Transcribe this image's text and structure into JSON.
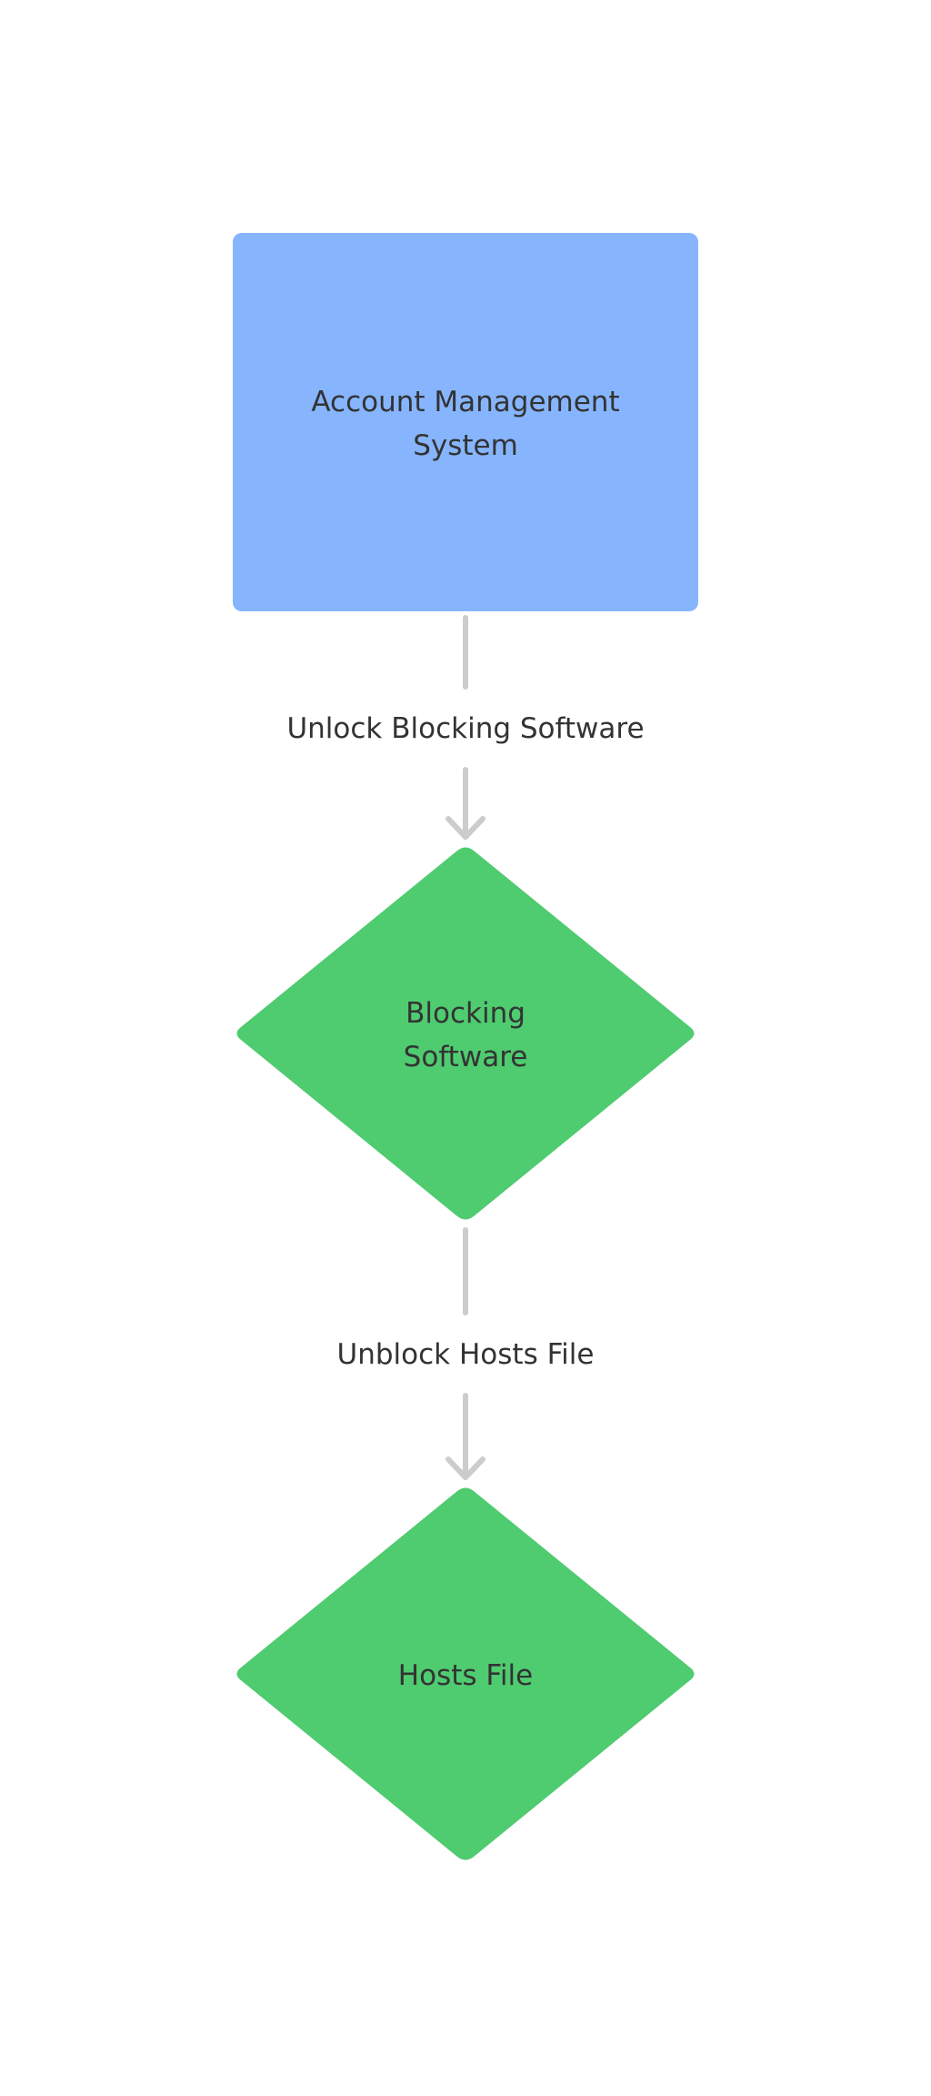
{
  "diagram": {
    "colors": {
      "rect_fill": "#86b5fe",
      "diamond_fill": "#4fcb70",
      "edge": "#cccccc",
      "text": "#333333",
      "background": "#ffffff"
    },
    "nodes": {
      "account": {
        "shape": "rectangle",
        "line1": "Account Management",
        "line2": "System"
      },
      "blocking": {
        "shape": "diamond",
        "line1": "Blocking",
        "line2": "Software"
      },
      "hosts": {
        "shape": "diamond",
        "line1": "Hosts File"
      }
    },
    "edges": {
      "e1": {
        "from": "Account Management System",
        "to": "Blocking Software",
        "label": "Unlock Blocking Software"
      },
      "e2": {
        "from": "Blocking Software",
        "to": "Hosts File",
        "label": "Unblock Hosts File"
      }
    }
  }
}
